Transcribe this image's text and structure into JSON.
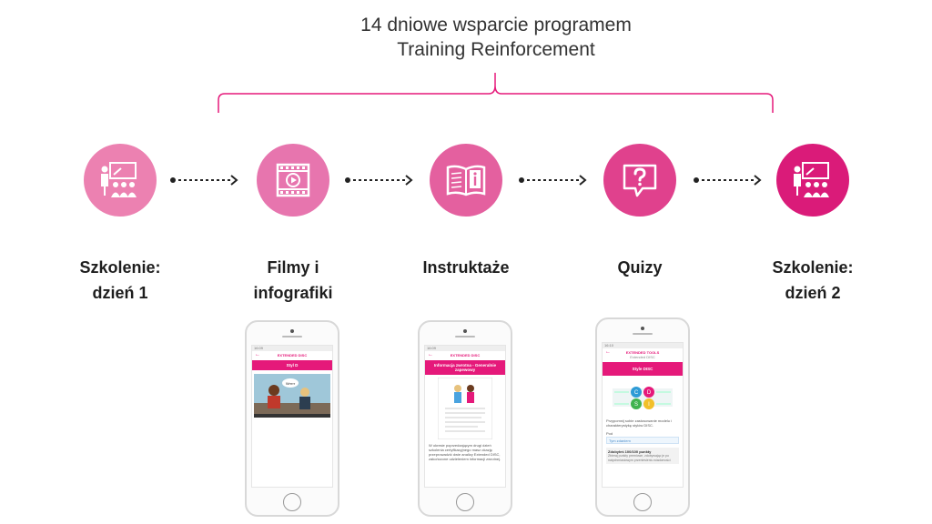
{
  "title": {
    "line1": "14 dniowe wsparcie programem",
    "line2": "Training Reinforcement"
  },
  "colors": {
    "accent": "#e5197a",
    "light_pink": "#ec81b1",
    "mid_pink": "#e65ca0",
    "bracket": "#e5197a"
  },
  "steps": [
    {
      "icon": "presentation-icon",
      "color": "#ec81b1",
      "label_lines": [
        "Szkolenie:",
        "dzień 1"
      ]
    },
    {
      "icon": "video-icon",
      "color": "#e775ae",
      "label_lines": [
        "Filmy i",
        "infografiki"
      ]
    },
    {
      "icon": "book-info-icon",
      "color": "#e4609f",
      "label_lines": [
        "Instruktaże",
        ""
      ]
    },
    {
      "icon": "question-icon",
      "color": "#e0418d",
      "label_lines": [
        "Quizy",
        ""
      ]
    },
    {
      "icon": "presentation-icon",
      "color": "#da1b79",
      "label_lines": [
        "Szkolenie:",
        "dzień 2"
      ]
    }
  ],
  "phones": [
    {
      "status": "16:09",
      "app_title": "EXTENDED DISC",
      "bar_title": "Styl D",
      "bubble": "Wrrrrr"
    },
    {
      "status": "16:09",
      "app_title": "EXTENDED DISC",
      "bar_title": "Informacja zwrotna - Generalnie zapewowy",
      "body": "W okresie poprzedzającym drugi dzień szkolenia certyfikacyjnego masz okazję przeprowadzić dwie analizy Extended DISC, zakończone udzieleniem informacji zwrotnej."
    },
    {
      "status": "16:10",
      "app_title": "EXTENDED TOOLS",
      "app_subtitle": "Extended DISC",
      "bar_title": "Style DISC",
      "letters": [
        "C",
        "D",
        "S",
        "I"
      ],
      "body": "Przypomnij sobie zastosowanie modelu i charakterystykę stylów DISC.",
      "field_label": "Pod",
      "field_placeholder": "Tym zdaniem",
      "score": "Zdobyłeś 100/100 punkty",
      "score_note": "Zbieraj punkty premiowe, zdobywając je po natychmiastowym przeniesieniu wiadomości"
    }
  ]
}
